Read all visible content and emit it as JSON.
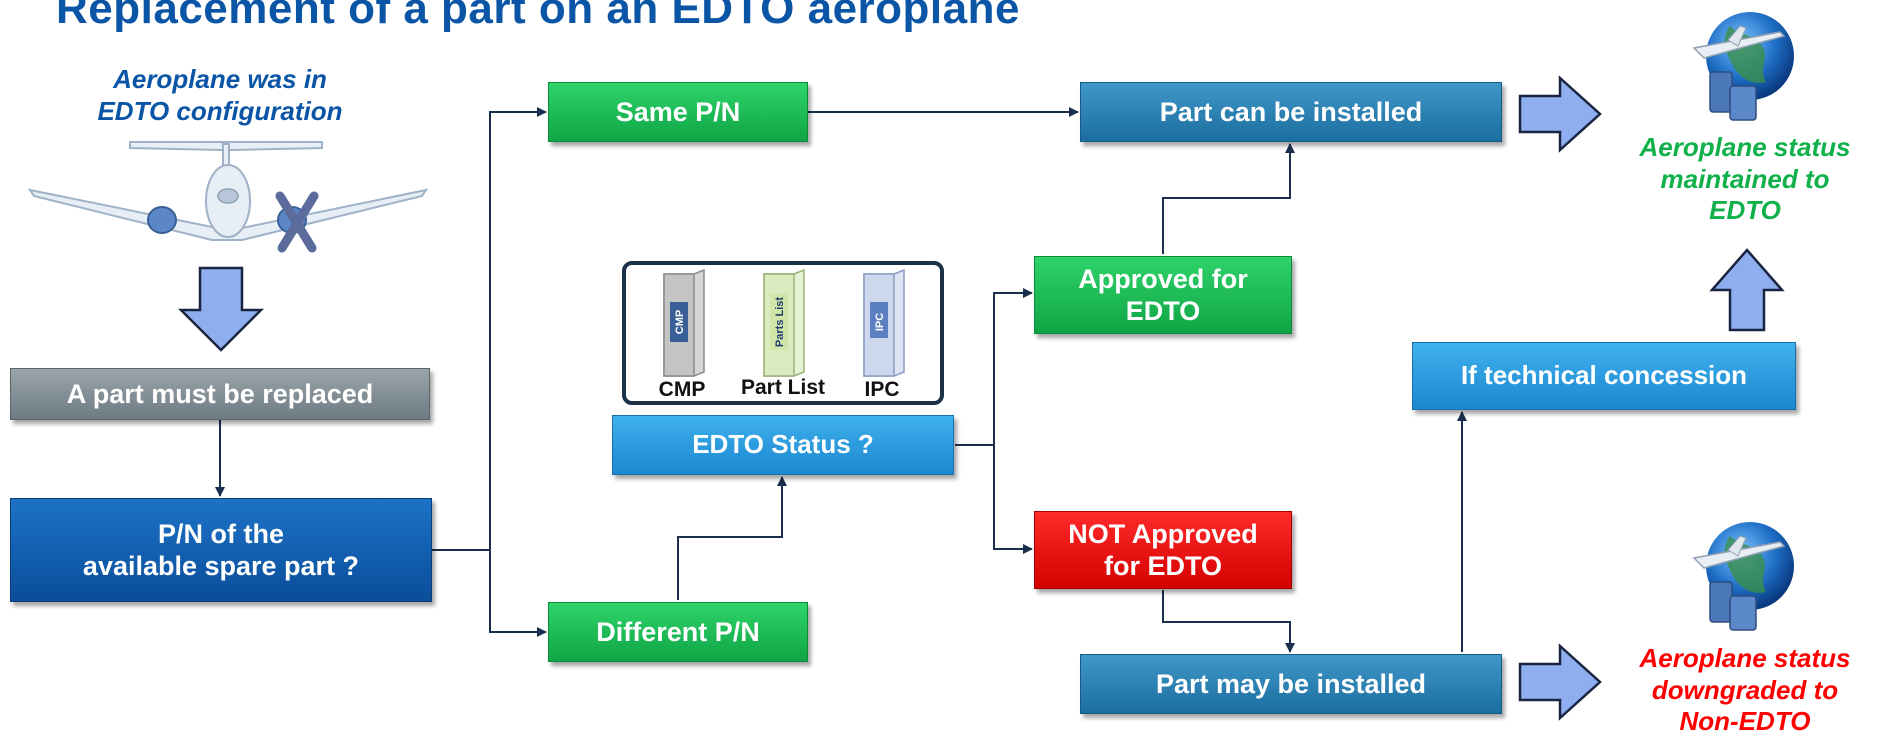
{
  "title": "Replacement of a part on an EDTO aeroplane",
  "notes": {
    "start_line1": "Aeroplane was in",
    "start_line2": "EDTO configuration",
    "maintained_line1": "Aeroplane status",
    "maintained_line2": "maintained to",
    "maintained_line3": "EDTO",
    "downgraded_line1": "Aeroplane status",
    "downgraded_line2": "downgraded to",
    "downgraded_line3": "Non-EDTO"
  },
  "boxes": {
    "part_replaced": "A part must be replaced",
    "pn_line1": "P/N of the",
    "pn_line2": "available spare part ?",
    "same_pn": "Same P/N",
    "different_pn": "Different P/N",
    "edto_status": "EDTO Status ?",
    "part_can_install": "Part can be installed",
    "approved_line1": "Approved for",
    "approved_line2": "EDTO",
    "not_approved_line1": "NOT Approved",
    "not_approved_line2": "for EDTO",
    "part_may_install": "Part may be installed",
    "technical_concession": "If technical concession"
  },
  "documents": {
    "cmp_label": "CMP",
    "cmp_spine": "CMP",
    "partlist_label": "Part List",
    "partlist_spine": "Parts List",
    "ipc_label": "IPC",
    "ipc_spine": "IPC"
  },
  "colors": {
    "title": "#0b55a6",
    "note_blue": "#0b55a6",
    "note_green": "#10b04a",
    "note_red": "#ff0000",
    "connector": "#1a2f4d",
    "arrow_fill": "#8eaef0"
  },
  "icons": [
    "aeroplane-icon",
    "cross-mark-icon",
    "globe-plane-icon",
    "book-icon"
  ]
}
